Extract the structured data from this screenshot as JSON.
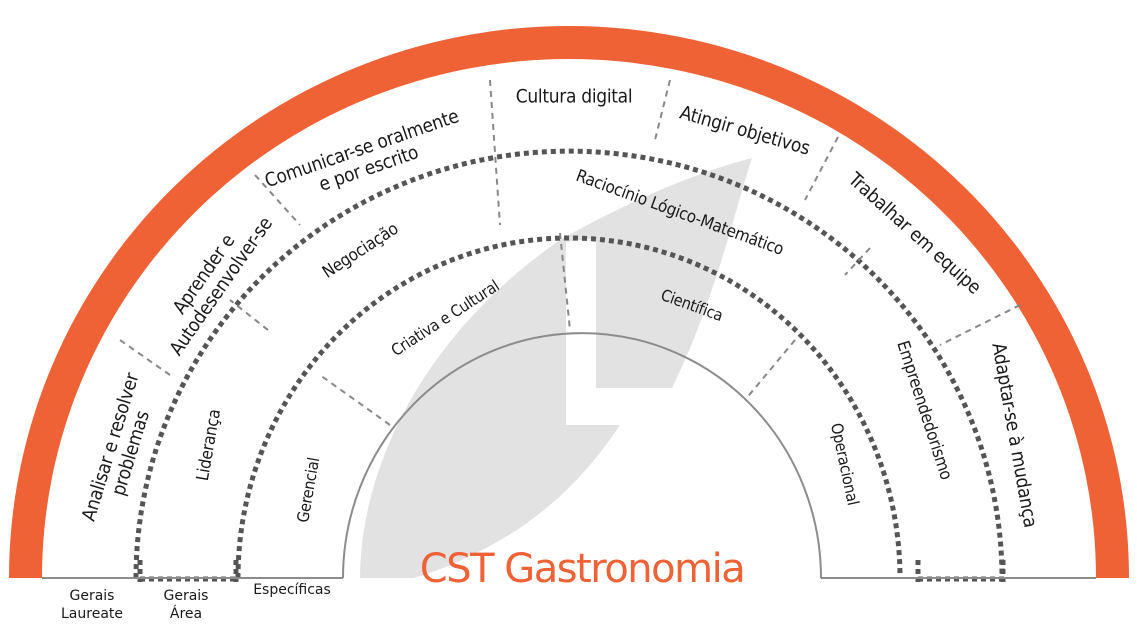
{
  "title": "CST Gastronomia",
  "colors": {
    "outer_band": "#ee6236",
    "leaf": "#e2e2e2",
    "dotted_ring": "#555555",
    "radial_dash": "#888888",
    "title": "#ee6236"
  },
  "outer_ring": [
    {
      "id": "analisar",
      "lines": [
        "Analisar e resolver",
        "problemas"
      ]
    },
    {
      "id": "aprender",
      "lines": [
        "Aprender e",
        "Autodesenvolver-se"
      ]
    },
    {
      "id": "comunicar",
      "lines": [
        "Comunicar-se oralmente",
        "e por escrito"
      ]
    },
    {
      "id": "cultura",
      "lines": [
        "Cultura digital"
      ]
    },
    {
      "id": "atingir",
      "lines": [
        "Atingir objetivos"
      ]
    },
    {
      "id": "trabalhar",
      "lines": [
        "Trabalhar em equipe"
      ]
    },
    {
      "id": "adaptar",
      "lines": [
        "Adaptar-se à mudança"
      ]
    }
  ],
  "middle_ring": [
    {
      "id": "lideranca",
      "lines": [
        "Liderança"
      ]
    },
    {
      "id": "negociacao",
      "lines": [
        "Negociação"
      ]
    },
    {
      "id": "raciocinio",
      "lines": [
        "Raciocínio Lógico-Matemático"
      ]
    },
    {
      "id": "empreendedorismo",
      "lines": [
        "Empreendedorismo"
      ]
    }
  ],
  "inner_ring": [
    {
      "id": "gerencial",
      "lines": [
        "Gerencial"
      ]
    },
    {
      "id": "criativa",
      "lines": [
        "Criativa e Cultural"
      ]
    },
    {
      "id": "cientifica",
      "lines": [
        "Científica"
      ]
    },
    {
      "id": "operacional",
      "lines": [
        "Operacional"
      ]
    }
  ],
  "bands": [
    {
      "id": "gerais-laureate",
      "lines": [
        "Gerais",
        "Laureate"
      ]
    },
    {
      "id": "gerais-area",
      "lines": [
        "Gerais",
        "Área"
      ]
    },
    {
      "id": "especificas",
      "lines": [
        "Específicas"
      ]
    }
  ]
}
